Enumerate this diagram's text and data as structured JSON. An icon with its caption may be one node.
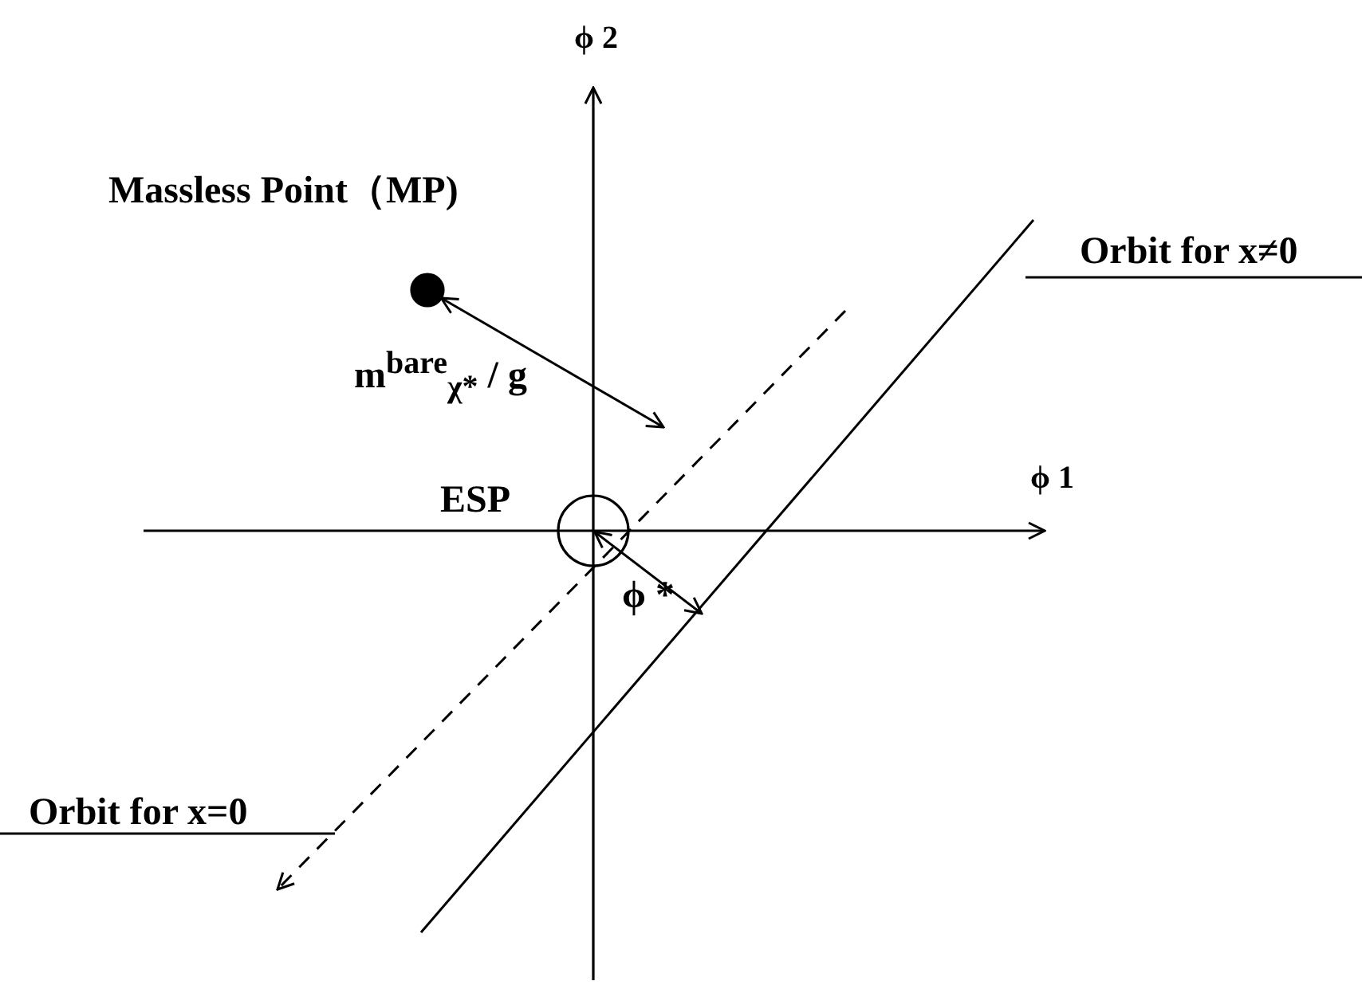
{
  "diagram": {
    "nodes": [
      {
        "text": [],
        "shape": "circle",
        "beside": [
          "Massless Point（MP)"
        ]
      },
      {
        "text": [
          "ESP"
        ]
      }
    ],
    "edges": [
      {
        "from": 0,
        "to": null,
        "arrow": "both",
        "label": "m$^{bare}$$_{χ*}$ / **g**"
      },
      {
        "from": 1,
        "to": null,
        "arrow": "both",
        "label": "ϕ *"
      }
    ],
    "labels": [
      "ϕ 2",
      "Orbit for x≠0",
      "ϕ 1",
      "Orbit for x=0"
    ]
  }
}
